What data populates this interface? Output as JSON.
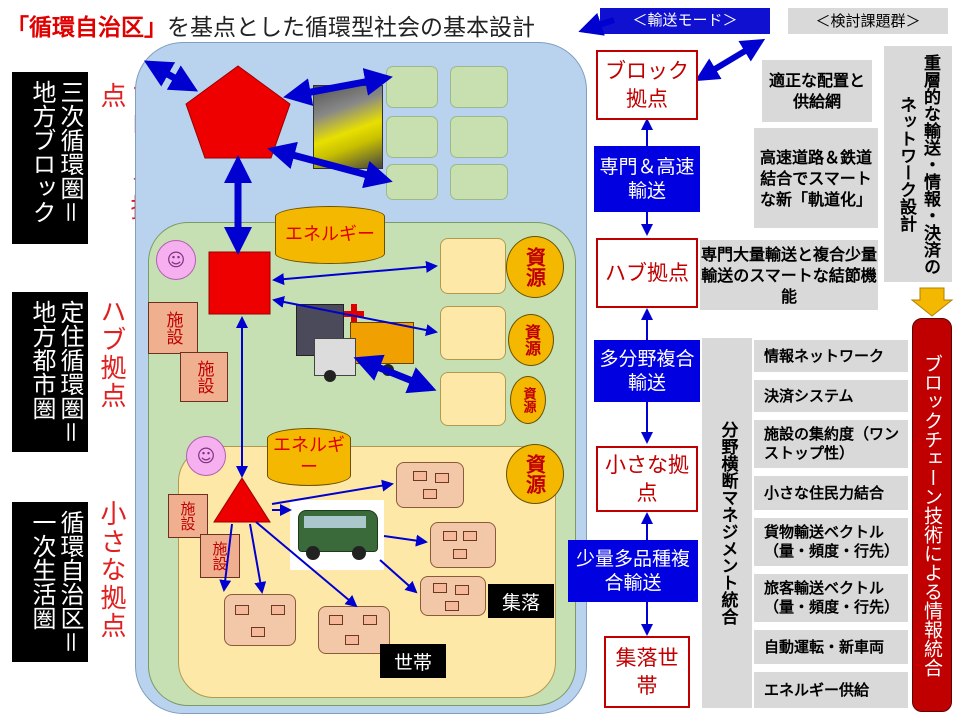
{
  "title": {
    "main": "「循環自治区」",
    "rest": "を基点とした循環型社会の基本設計"
  },
  "mode_label": "＜輸送モード＞",
  "issues_label": "＜検討課題群＞",
  "left_labels": {
    "block": "三次循環圏＝地方ブロック",
    "hub": "定住循環圏＝地方都市圏",
    "small": "循環自治区＝一次生活圏"
  },
  "red_labels": {
    "block": "ブロック拠点",
    "hub": "ハブ拠点",
    "small": "小さな拠点"
  },
  "diagram": {
    "energy1": "エネルギー",
    "energy2": "エネルギー",
    "resource": "資源",
    "facility": "施設",
    "village": "集落",
    "household": "世帯",
    "face": "☺"
  },
  "chain": [
    {
      "label": "ブロック拠点",
      "type": "node"
    },
    {
      "label": "専門＆高速輸送",
      "type": "mode"
    },
    {
      "label": "ハブ拠点",
      "type": "node"
    },
    {
      "label": "多分野複合輸送",
      "type": "mode"
    },
    {
      "label": "小さな拠点",
      "type": "node"
    },
    {
      "label": "少量多品種複合輸送",
      "type": "mode"
    },
    {
      "label": "集落世帯",
      "type": "node"
    }
  ],
  "issues": {
    "placement": "適正な配置と供給網",
    "rail": "高速道路＆鉄道結合でスマートな新「軌道化」",
    "node": "専門大量輸送と複合少量輸送のスマートな結節機能",
    "network": "重層的な輸送・情報・決済のネットワーク設計",
    "cross": "分野横断マネジメント統合",
    "blockchain": "ブロックチェーン技術による情報統合"
  },
  "tasks": [
    "情報ネットワーク",
    "決済システム",
    "施設の集約度（ワンストップ性）",
    "小さな住民力結合",
    "貨物輸送ベクトル（量・頻度・行先）",
    "旅客輸送ベクトル（量・頻度・行先）",
    "自動運転・新車両",
    "エネルギー供給"
  ],
  "colors": {
    "accent_red": "#e00000",
    "blue": "#0000e0",
    "gray": "#d9d9d9",
    "orange": "#f5b800",
    "outer_bg": "#b9d3ee",
    "hub_bg": "#c6e0b4",
    "small_bg": "#fde8a8"
  }
}
